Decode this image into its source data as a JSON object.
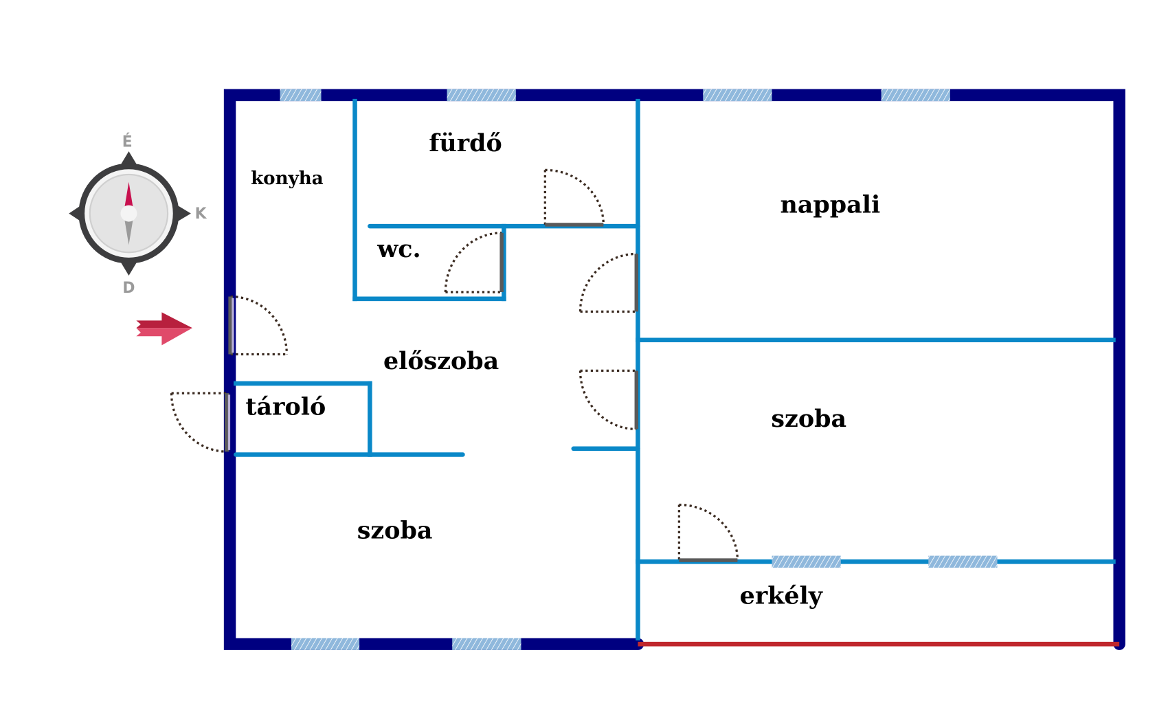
{
  "rooms": {
    "konyha": "konyha",
    "furdo": "fürdő",
    "nappali": "nappali",
    "wc": "wc.",
    "eloszoba": "előszoba",
    "tarolo": "tároló",
    "szoba_right": "szoba",
    "szoba_left": "szoba",
    "erkely": "erkély"
  },
  "compass": {
    "north": "É",
    "east": "K",
    "south": "D"
  },
  "colors": {
    "outer_wall": "#000080",
    "inner_wall": "#0a88c8",
    "window": "#8fb8dc",
    "balcony_edge": "#c0282d",
    "entrance_arrow": "#c8284a"
  }
}
